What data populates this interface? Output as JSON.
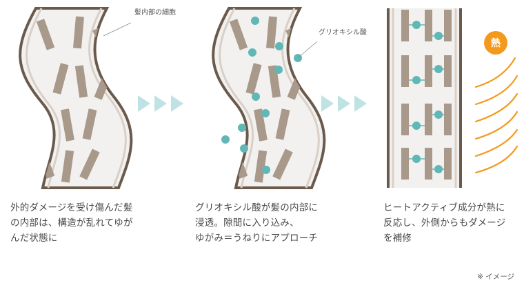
{
  "panels": [
    {
      "label": "髪内部の細胞",
      "caption": "外的ダメージを受け傷んだ髪\nの内部は、構造が乱れてゆが\nんだ状態に"
    },
    {
      "label": "グリオキシル酸",
      "caption": "グリオキシル酸が髪の内部に\n浸透。隙間に入り込み、\nゆがみ＝うねりにアプローチ"
    },
    {
      "label": "",
      "caption": "ヒートアクティブ成分が熱に\n反応し、外側からもダメージ\nを補修"
    }
  ],
  "heat_badge": "熱",
  "note": "※ イメージ",
  "colors": {
    "hair_outline": "#6b5a4c",
    "hair_fill": "#f2f1ef",
    "cell": "#a8998a",
    "molecule": "#5fb8b5",
    "arrow": "#bfe3e4",
    "heat": "#f39a1e"
  }
}
